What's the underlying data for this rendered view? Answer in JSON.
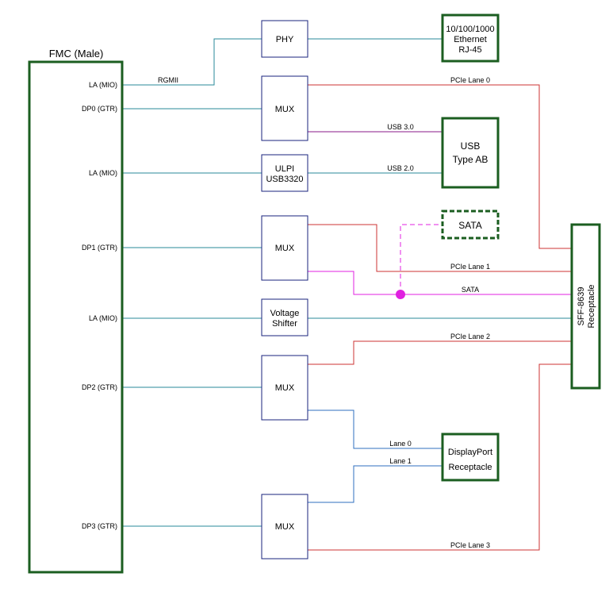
{
  "fmc": {
    "title": "FMC (Male)",
    "ports": [
      "LA (MIO)",
      "DP0 (GTR)",
      "LA (MIO)",
      "DP1 (GTR)",
      "LA (MIO)",
      "DP2 (GTR)",
      "DP3 (GTR)"
    ]
  },
  "blocks": {
    "phy": "PHY",
    "mux0": "MUX",
    "ulpi": [
      "ULPI",
      "USB3320"
    ],
    "mux1": "MUX",
    "voltage_shifter": [
      "Voltage",
      "Shifter"
    ],
    "mux2": "MUX",
    "mux3": "MUX"
  },
  "connectors": {
    "ethernet": [
      "10/100/1000",
      "Ethernet",
      "RJ-45"
    ],
    "usb": [
      "USB",
      "Type AB"
    ],
    "sata": "SATA",
    "displayport": [
      "DisplayPort",
      "Receptacle"
    ],
    "sff": [
      "SFF-8639",
      "Receptacle"
    ]
  },
  "wire_labels": {
    "rgmii": "RGMII",
    "pcie0": "PCIe Lane 0",
    "usb3": "USB 3.0",
    "usb2": "USB 2.0",
    "pcie1": "PCIe Lane 1",
    "sata": "SATA",
    "pcie2": "PCIe Lane 2",
    "lane0": "Lane 0",
    "lane1": "Lane 1",
    "pcie3": "PCIe Lane 3"
  },
  "colors": {
    "connector_border": "#1b5e20",
    "block_border": "#1a237e",
    "teal_wire": "#2a8a9a",
    "blue_wire": "#2f6fbf",
    "red_wire": "#cc3333",
    "purple_wire": "#8a1a8a",
    "magenta_wire": "#e020e0"
  }
}
